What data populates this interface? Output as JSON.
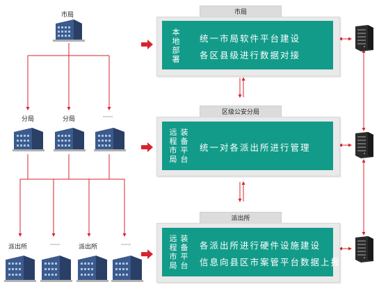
{
  "left": {
    "top_label": "市局",
    "branch_labels": [
      "分局",
      "分局",
      "·····"
    ],
    "station_labels": [
      "派出所",
      "·····",
      "派出所",
      "·····"
    ]
  },
  "tiers": [
    {
      "tab": "市局",
      "side_col1": "本地部署",
      "side_col2": "",
      "lines": [
        "统一市局软件平台建设",
        "各区县级进行数据对接"
      ]
    },
    {
      "tab": "区级公安分局",
      "side_col1": "远程市局",
      "side_col2": "装备平台",
      "lines": [
        "统一对各派出所进行管理"
      ]
    },
    {
      "tab": "派出所",
      "side_col1": "远程市局",
      "side_col2": "装备平台",
      "lines": [
        "各派出所进行硬件设施建设",
        "信息向县区市案管平台数据上报"
      ]
    }
  ],
  "colors": {
    "accent_red": "#d9232e",
    "teal": "#139b8a",
    "panel_gray": "#e9e9e9"
  }
}
